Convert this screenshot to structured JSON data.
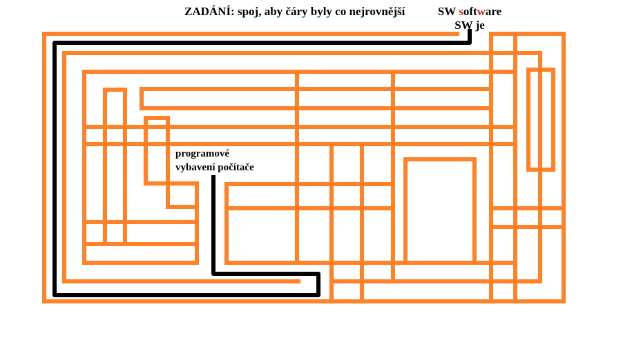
{
  "title": "ZADÁNÍ: spoj, aby čáry byly co nejrovnější",
  "sw_label": {
    "line1_parts": [
      "SW ",
      "s",
      "oft",
      "w",
      "are"
    ],
    "line2": "SW je"
  },
  "program_label": {
    "line1": "programové",
    "line2": "vybavení počítače"
  },
  "colors": {
    "maze": "#ff8128",
    "connector": "#000000",
    "highlight": "#ed1c24"
  }
}
